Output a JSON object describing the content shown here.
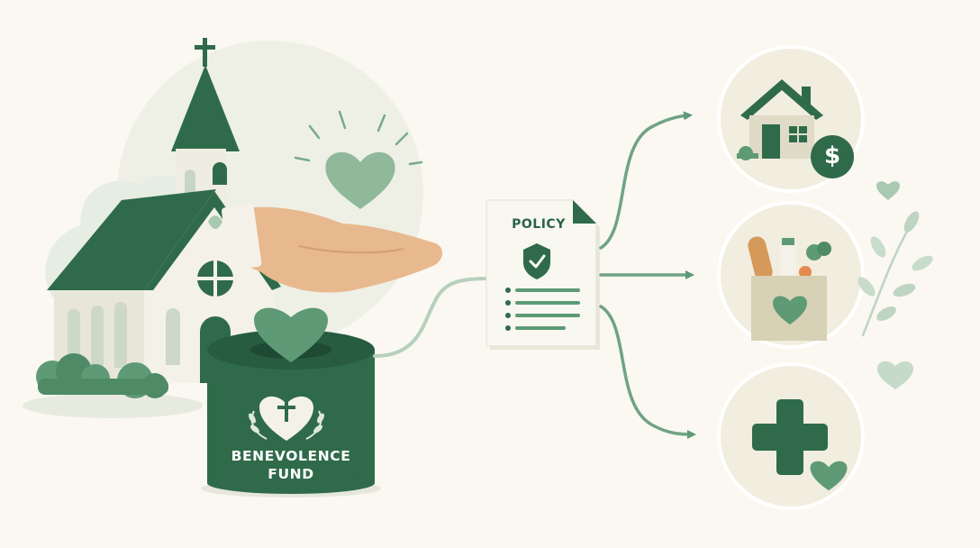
{
  "fund": {
    "line1": "BENEVOLENCE",
    "line2": "FUND"
  },
  "policy": {
    "title": "POLICY"
  },
  "housing": {
    "currency_symbol": "$"
  },
  "icons": {
    "church": "church-icon",
    "giving_hand": "giving-hand-icon",
    "heart": "heart-icon",
    "donation_box": "donation-box-icon",
    "policy_document": "policy-document-icon",
    "shield_check": "shield-check-icon",
    "house": "house-icon",
    "grocery_bag": "grocery-bag-icon",
    "medical_cross": "medical-cross-icon"
  },
  "colors": {
    "background": "#faf8f1",
    "dark_green": "#2f6b4a",
    "mid_green": "#5d9a75",
    "light_green": "#a9c9b0",
    "pale_green": "#dde9df",
    "cream": "#f1eddf",
    "skin": "#e8b98f"
  }
}
